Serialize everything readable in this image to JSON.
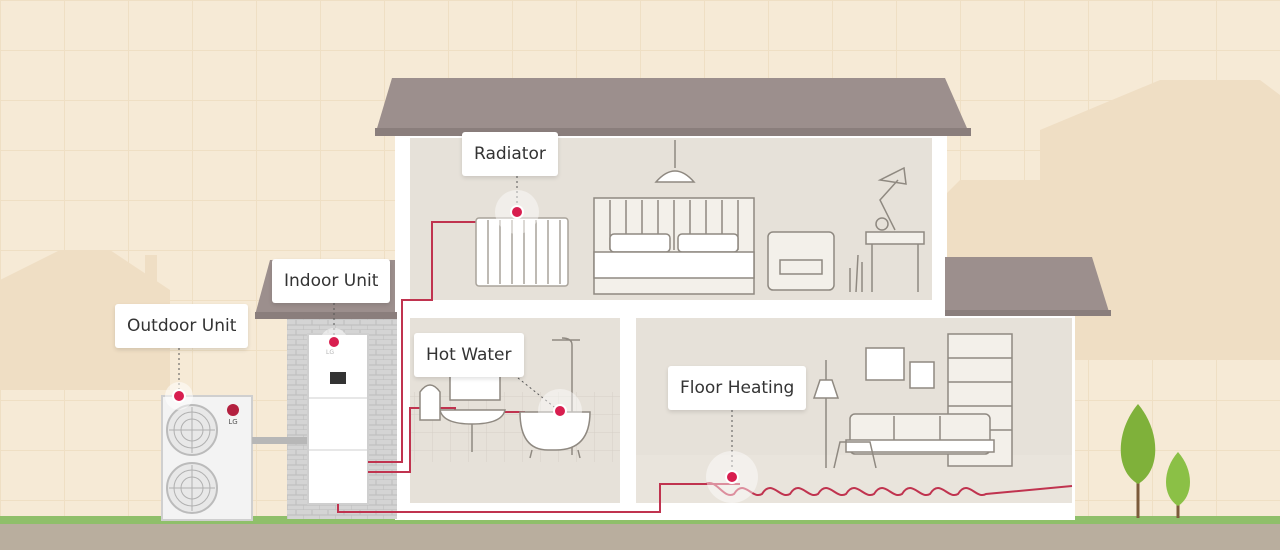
{
  "labels": {
    "radiator": "Radiator",
    "indoor_unit": "Indoor Unit",
    "outdoor_unit": "Outdoor Unit",
    "hot_water": "Hot Water",
    "floor_heating": "Floor Heating"
  },
  "units": {
    "outdoor_brand": "LG",
    "indoor_brand": "LG"
  },
  "colors": {
    "background": "#f6ead6",
    "grid": "#efdfc4",
    "roof": "#9c8f8d",
    "wall": "#ffffff",
    "room": "#e6e1d9",
    "pipe": "#c0334f",
    "marker": "#d81e4f",
    "ground": "#8fbf6a",
    "brick": "#cfcfcf",
    "tree": "#7fb13a"
  }
}
